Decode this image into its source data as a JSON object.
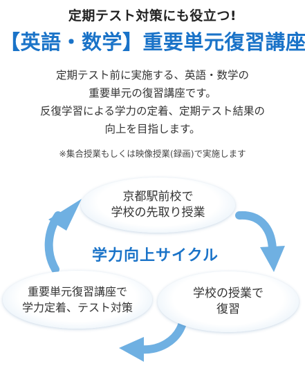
{
  "header": {
    "lead": "定期テスト対策にも役立つ!",
    "title": "【英語・数学】重要単元復習講座"
  },
  "description": {
    "lines": [
      "定期テスト前に実施する、英語・数学の",
      "重要単元の復習講座です。",
      "反復学習による学力の定着、定期テスト結果の",
      "向上を目指します。"
    ]
  },
  "note": "※集合授業もしくは映像授業(録画)で実施します",
  "cycle": {
    "title": "学力向上サイクル",
    "steps": [
      {
        "lines": [
          "京都駅前校で",
          "学校の先取り授業"
        ]
      },
      {
        "lines": [
          "学校の授業で",
          "復習"
        ]
      },
      {
        "lines": [
          "重要単元復習講座で",
          "学力定着、テスト対策"
        ]
      }
    ],
    "arrow_color": "#6fb0e2"
  }
}
